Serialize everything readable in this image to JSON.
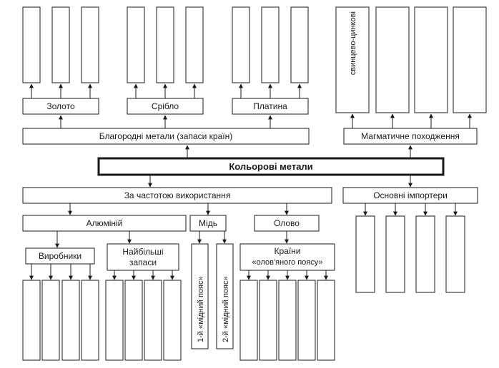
{
  "root": "Кольорові метали",
  "precious": {
    "title": "Благородні метали (запаси країн)",
    "gold": "Золото",
    "silver": "Срібло",
    "platinum": "Платина"
  },
  "magmatic": {
    "title": "Магматичне походження",
    "first_item": "свинцево-цинкові"
  },
  "usage": {
    "title": "За частотою використання",
    "aluminium": "Алюміній",
    "producers": "Виробники",
    "largest_reserves": [
      "Найбільші",
      "запаси"
    ],
    "copper": "Мідь",
    "copper_belt_1": "1-й «мідний пояс»",
    "copper_belt_2": "2-й «мідний пояс»",
    "tin": "Олово",
    "tin_countries": [
      "Країни",
      "«олов'яного поясу»"
    ]
  },
  "importers": {
    "title": "Основні імпортери"
  }
}
